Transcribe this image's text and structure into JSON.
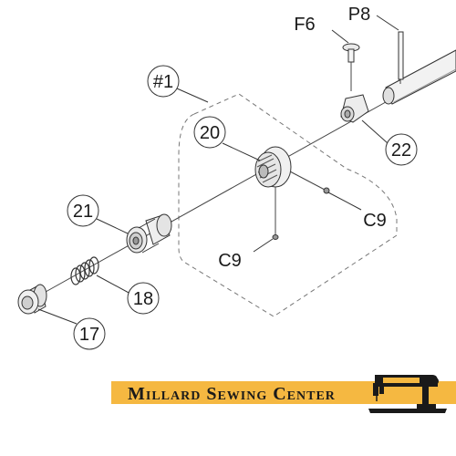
{
  "diagram": {
    "callouts": {
      "group": "#1",
      "p20": "20",
      "p21": "21",
      "p18": "18",
      "p17": "17",
      "p22": "22",
      "c9_right": "C9",
      "c9_bottom": "C9",
      "f6": "F6",
      "p8": "P8"
    }
  },
  "banner": {
    "text": "Millard Sewing Center",
    "accent_color": "#F5B841",
    "icon": "sewing-machine-icon"
  }
}
